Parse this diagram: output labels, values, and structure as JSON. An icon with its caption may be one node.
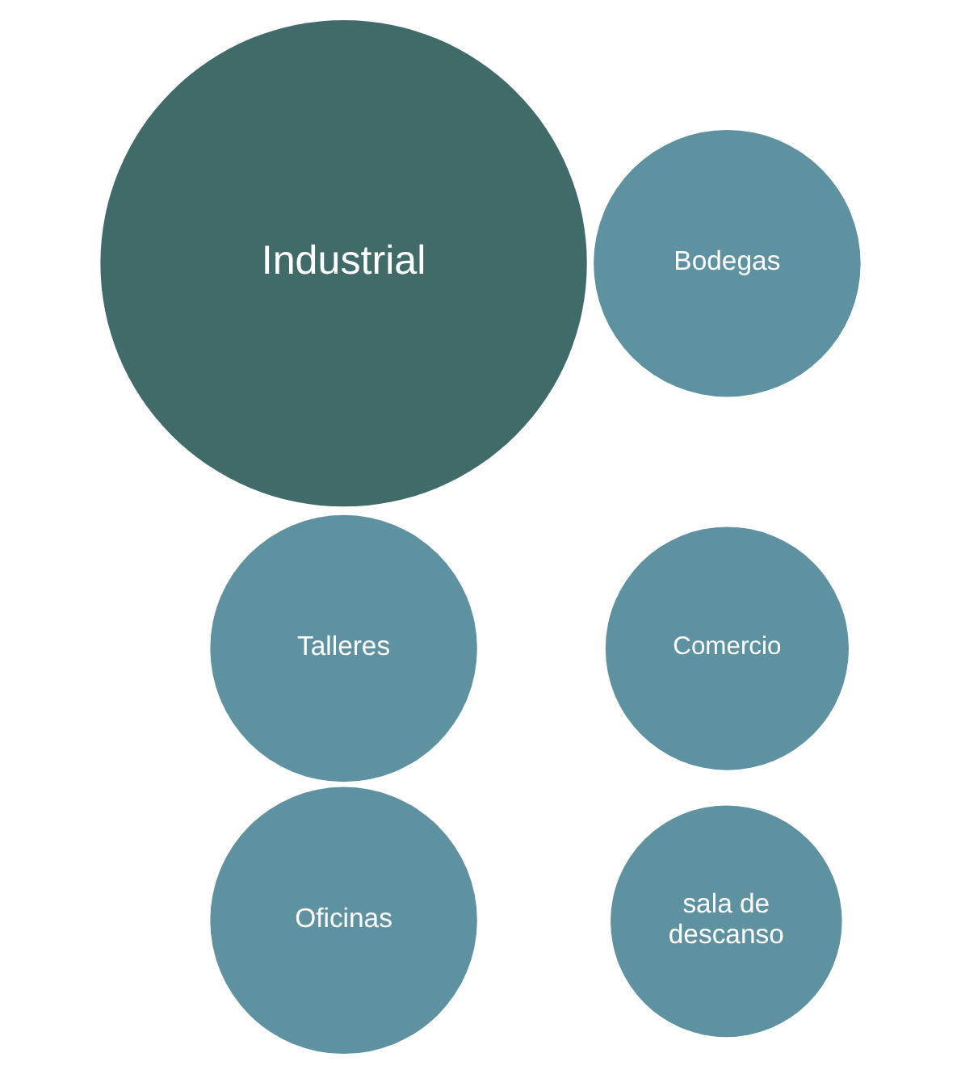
{
  "diagram": {
    "nodes": [
      {
        "text": [
          "Talleres"
        ]
      },
      {
        "text": [
          "Comercio"
        ]
      },
      {
        "text": [
          "Oficinas"
        ]
      },
      {
        "text": [
          "Industrial"
        ]
      },
      {
        "text": [
          "Bodegas"
        ]
      },
      {
        "text": [
          "sala de descanso"
        ]
      }
    ]
  }
}
